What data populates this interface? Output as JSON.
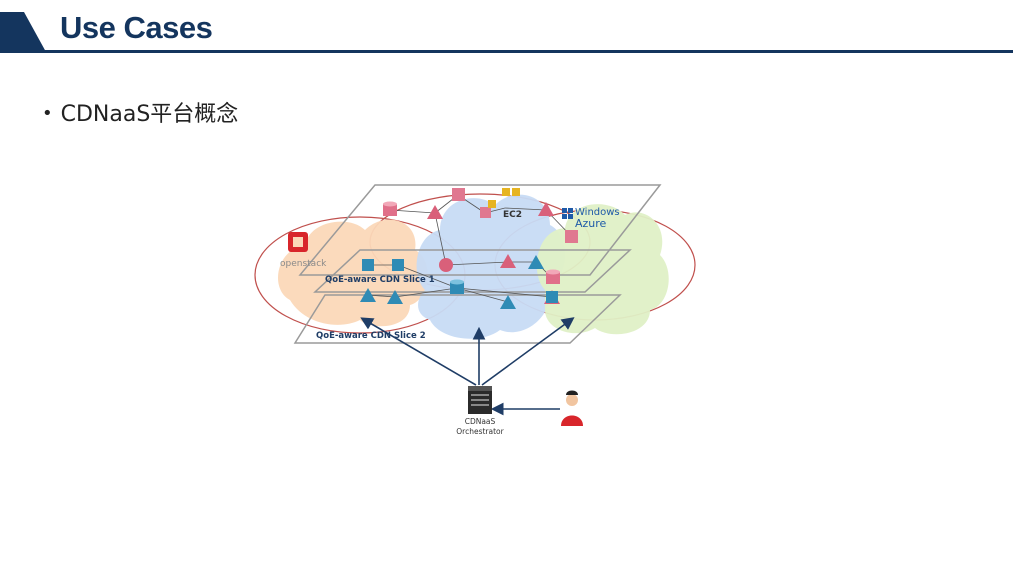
{
  "slide": {
    "title": "Use Cases",
    "bullet": "CDNaaS平台概念",
    "colors": {
      "title": "#14355e",
      "accent_bar": "#14355e"
    }
  },
  "diagram": {
    "clouds": [
      {
        "name": "openstack-cloud",
        "label": "openstack",
        "fill": "#fbd8b8"
      },
      {
        "name": "ec2-cloud",
        "label": "EC2",
        "fill": "#c7dbf4"
      },
      {
        "name": "azure-cloud",
        "label_line1": "Windows",
        "label_line2": "Azure",
        "fill": "#dff0c6"
      }
    ],
    "slices": [
      {
        "name": "slice-1",
        "label": "QoE-aware CDN Slice 1"
      },
      {
        "name": "slice-2",
        "label": "QoE-aware CDN Slice 2"
      }
    ],
    "orchestrator": {
      "line1": "CDNaaS",
      "line2": "Orchestrator"
    },
    "icons": [
      "database-icon",
      "cache-icon",
      "transcoder-icon",
      "server-rack-icon",
      "user-icon"
    ]
  }
}
